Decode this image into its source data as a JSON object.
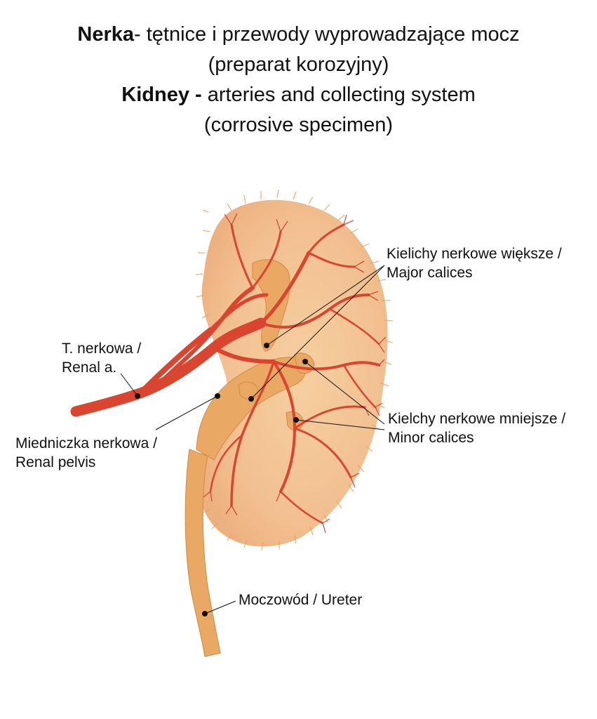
{
  "title": {
    "line1_bold": "Nerka",
    "line1_rest": "- tętnice i przewody wyprowadzające mocz",
    "line2": "(preparat korozyjny)",
    "line3_bold": "Kidney -",
    "line3_rest": " arteries and collecting system",
    "line4": "(corrosive specimen)"
  },
  "labels": {
    "major_calices": {
      "pl": "Kielichy nerkowe większe /",
      "en": "Major calices"
    },
    "renal_artery": {
      "pl": "T. nerkowa /",
      "en": "Renal a."
    },
    "minor_calices": {
      "pl": "Kielchy nerkowe mniejsze /",
      "en": "Minor calices"
    },
    "renal_pelvis": {
      "pl": "Miedniczka nerkowa /",
      "en": "Renal pelvis"
    },
    "ureter": {
      "text": "Moczowód / Ureter"
    }
  },
  "colors": {
    "artery": "#d9452f",
    "artery_dark": "#b83322",
    "collecting_system": "#e9a866",
    "cortex_fill": "#f2c48f"
  }
}
